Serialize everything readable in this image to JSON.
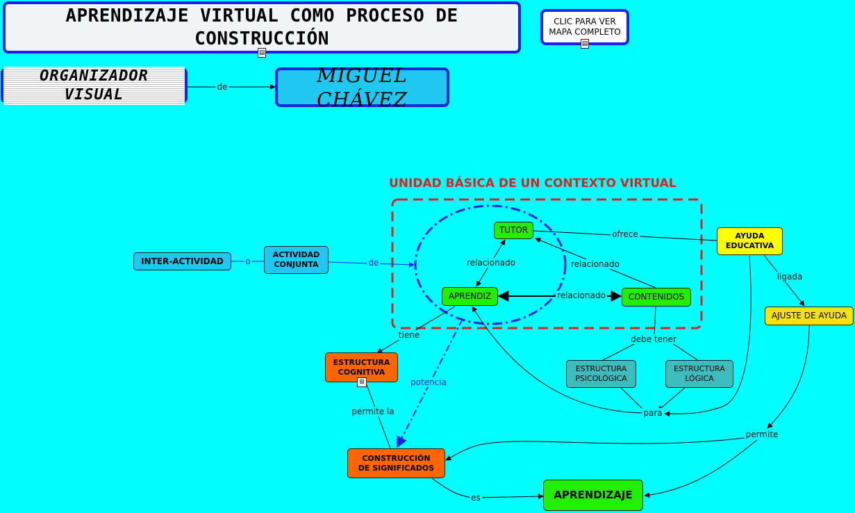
{
  "header": {
    "title": "APRENDIZAJE VIRTUAL COMO PROCESO DE CONSTRUCCIÓN",
    "map_link": "CLIC PARA VER\nMAPA COMPLETO"
  },
  "nodes": {
    "organizador": "ORGANIZADOR VISUAL",
    "author": "MIGUEL CHÁVEZ",
    "unidad_title": "UNIDAD BÁSICA DE UN CONTEXTO VIRTUAL",
    "tutor": "TUTOR",
    "aprendiz": "APRENDIZ",
    "contenidos": "CONTENIDOS",
    "ayuda_educativa": "AYUDA\nEDUCATIVA",
    "ajuste_ayuda": "AJUSTE DE AYUDA",
    "inter_actividad": "INTER-ACTIVIDAD",
    "actividad_conjunta": "ACTIVIDAD\nCONJUNTA",
    "estructura_cognitiva": "ESTRUCTURA\nCOGNITIVA",
    "estructura_psicologica": "ESTRUCTURA\nPSICOLÓGICA",
    "estructura_logica": "ESTRUCTURA\nLÓGICA",
    "construccion": "CONSTRUCCIÓN\nDE SIGNIFICADOS",
    "aprendizaje": "APRENDIZAJE"
  },
  "links": {
    "de_author": "de",
    "o": "o",
    "de_unidad": "de",
    "relacionado_1": "relacionado",
    "relacionado_2": "relacionado",
    "relacionado_3": "relacionado",
    "ofrece": "ofrece",
    "ligada": "ligada",
    "tiene": "tiene",
    "potencia": "potencia",
    "debe_tener": "debe tener",
    "para": "para",
    "permite_la": "permite la",
    "permite": "permite",
    "es": "es"
  },
  "colors": {
    "background": "#00ffff",
    "border_blue": "#1a22e8",
    "dashed_red": "#e02020",
    "green": "#22ee00",
    "orange": "#ff6600",
    "yellow": "#ffff00",
    "teal": "#3cbcbc",
    "sky": "#1ec8f0"
  }
}
